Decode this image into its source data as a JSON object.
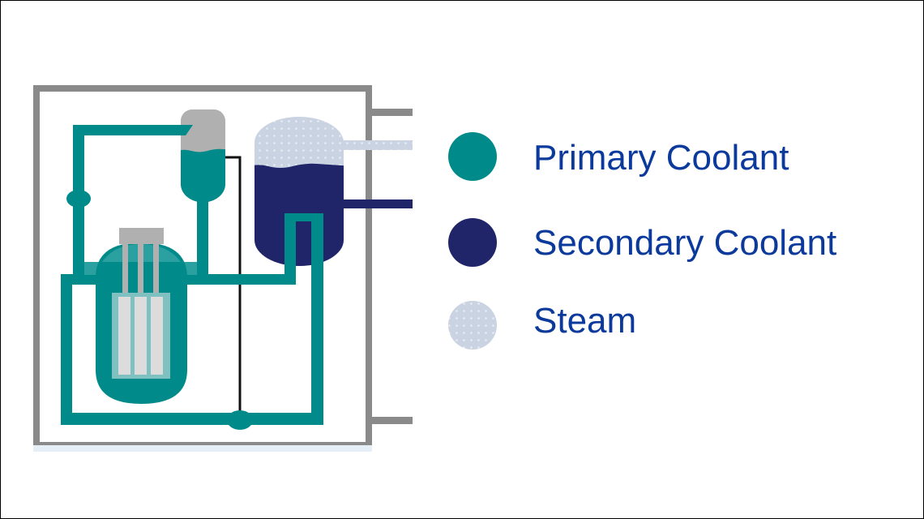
{
  "colors": {
    "primary": "#008a8a",
    "secondary": "#20256a",
    "steam": "#c9d3e2",
    "containment": "#8a8a8a",
    "text": "#0b3a9c"
  },
  "legend": [
    {
      "label": "Primary Coolant",
      "icon": "teal-circle-icon"
    },
    {
      "label": "Secondary Coolant",
      "icon": "navy-circle-icon"
    },
    {
      "label": "Steam",
      "icon": "dotted-circle-icon"
    }
  ]
}
